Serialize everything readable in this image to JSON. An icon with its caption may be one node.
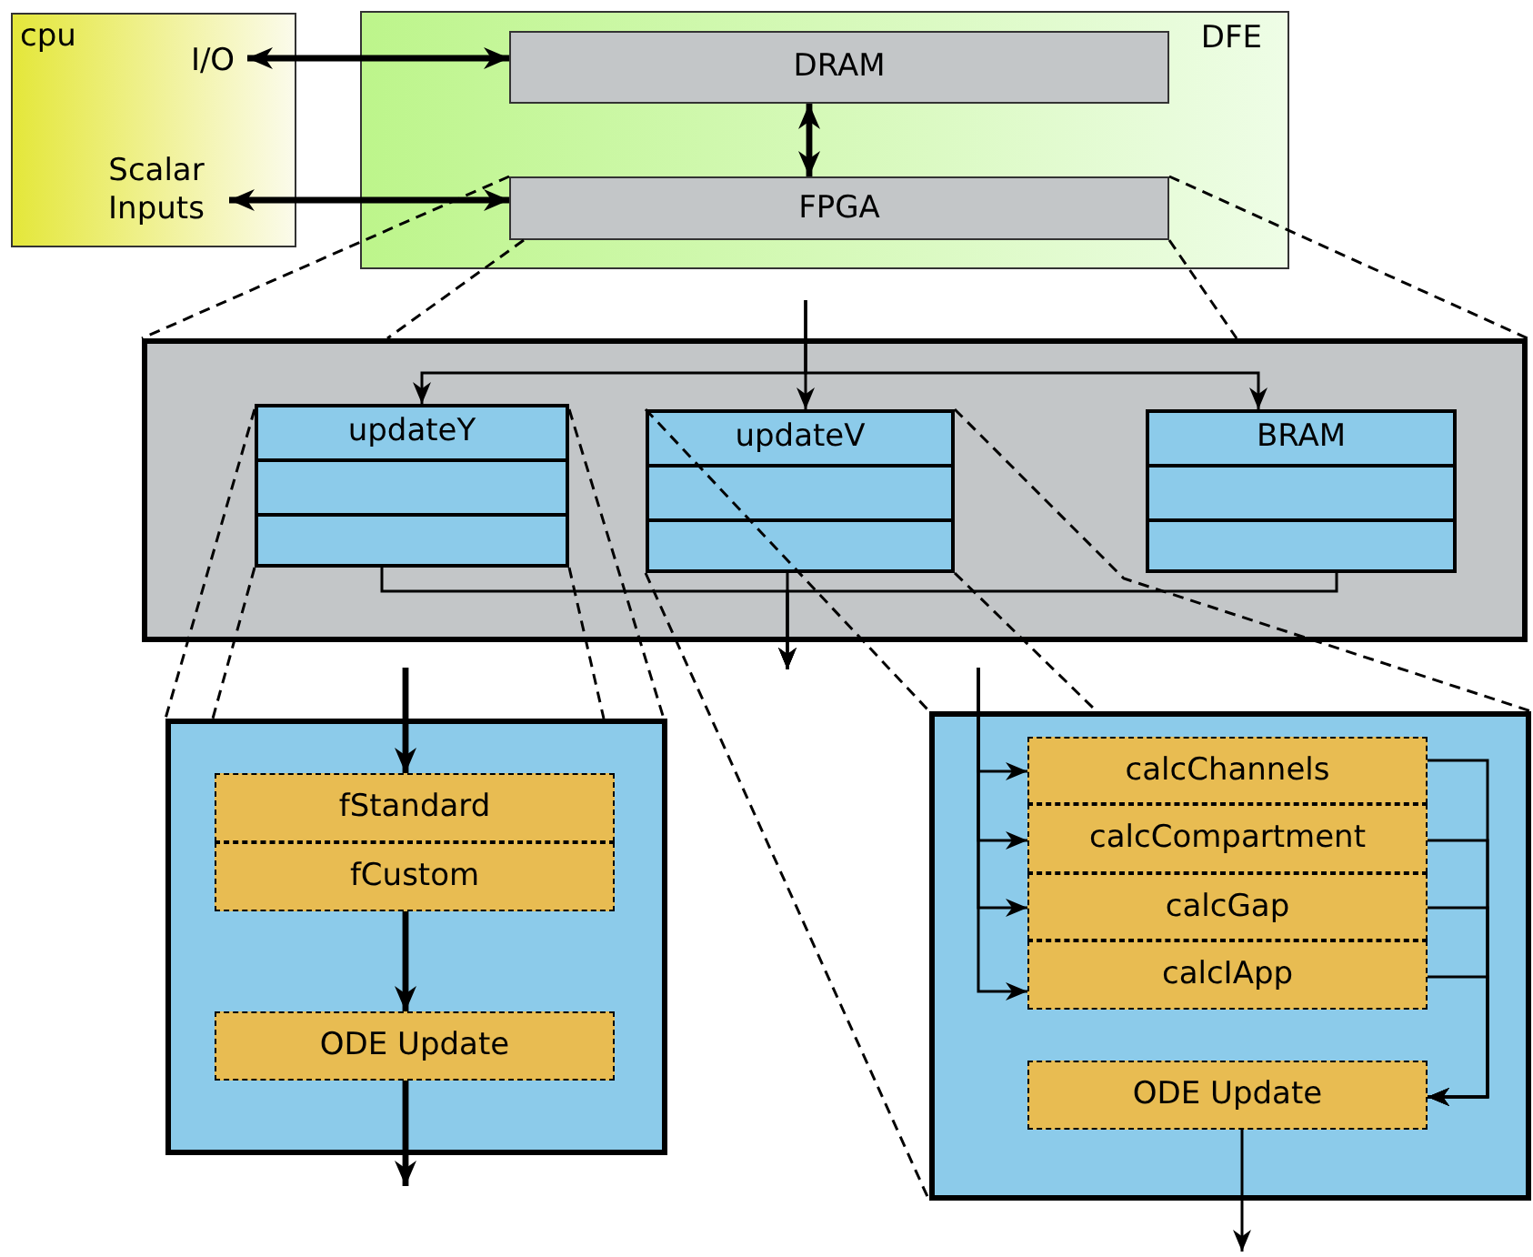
{
  "diagram": {
    "nodes": [
      {
        "text": [
          "cpu"
        ]
      },
      {
        "text": [
          "I/O"
        ],
        "in": 0
      },
      {
        "text": [
          "Scalar Inputs"
        ],
        "in": 0
      },
      {
        "text": [
          "DFE"
        ]
      },
      {
        "text": [
          "DRAM"
        ],
        "in": 3
      },
      {
        "text": [
          "FPGA"
        ],
        "in": 3
      },
      {
        "text": [],
        "shape": "box"
      },
      {
        "text": [
          "updateY"
        ],
        "in": 6
      },
      {
        "text": [
          "updateV"
        ],
        "in": 6
      },
      {
        "text": [
          "BRAM"
        ],
        "in": 6
      },
      {
        "text": [],
        "shape": "box"
      },
      {
        "text": [
          "fStandard"
        ],
        "in": 10
      },
      {
        "text": [
          "fCustom"
        ],
        "in": 10
      },
      {
        "text": [
          "ODE Update"
        ],
        "in": 10
      },
      {
        "text": [],
        "shape": "box"
      },
      {
        "text": [
          "calcChannels"
        ],
        "in": 14
      },
      {
        "text": [
          "calcCompartment"
        ],
        "in": 14
      },
      {
        "text": [
          "calcGap"
        ],
        "in": 14
      },
      {
        "text": [
          "calcIApp"
        ],
        "in": 14
      },
      {
        "text": [
          "ODE Update"
        ],
        "in": 14
      }
    ],
    "edges": [
      {
        "from": 1,
        "to": 4,
        "arrow": "both",
        "style": "thick"
      },
      {
        "from": 2,
        "to": 5,
        "arrow": "both",
        "style": "thick"
      },
      {
        "from": 4,
        "to": 5,
        "arrow": "both",
        "style": "thick"
      },
      {
        "from": null,
        "to": 7,
        "arrow": "to"
      },
      {
        "from": null,
        "to": 8,
        "arrow": "to"
      },
      {
        "from": null,
        "to": 9,
        "arrow": "to"
      },
      {
        "from": 7,
        "to": null,
        "arrow": "to"
      },
      {
        "from": 8,
        "to": null,
        "arrow": "to"
      },
      {
        "from": 9,
        "to": null,
        "arrow": "to"
      },
      {
        "from": null,
        "to": 11,
        "arrow": "to",
        "style": "thick"
      },
      {
        "from": 12,
        "to": 13,
        "arrow": "to",
        "style": "thick"
      },
      {
        "from": 13,
        "to": null,
        "arrow": "to",
        "style": "thick"
      },
      {
        "from": null,
        "to": 15,
        "arrow": "to"
      },
      {
        "from": null,
        "to": 16,
        "arrow": "to"
      },
      {
        "from": null,
        "to": 17,
        "arrow": "to"
      },
      {
        "from": null,
        "to": 18,
        "arrow": "to"
      },
      {
        "from": 15,
        "to": 19,
        "arrow": "to"
      },
      {
        "from": 16,
        "to": 19,
        "arrow": "to"
      },
      {
        "from": 17,
        "to": 19,
        "arrow": "to"
      },
      {
        "from": 18,
        "to": 19,
        "arrow": "to"
      },
      {
        "from": 19,
        "to": null,
        "arrow": "to"
      },
      {
        "from": 5,
        "to": 6,
        "arrow": "none",
        "style": "dashed"
      },
      {
        "from": 5,
        "to": 6,
        "arrow": "none",
        "style": "dashed"
      },
      {
        "from": 5,
        "to": 6,
        "arrow": "none",
        "style": "dashed"
      },
      {
        "from": 5,
        "to": 6,
        "arrow": "none",
        "style": "dashed"
      },
      {
        "from": 7,
        "to": 10,
        "arrow": "none",
        "style": "dashed"
      },
      {
        "from": 7,
        "to": 10,
        "arrow": "none",
        "style": "dashed"
      },
      {
        "from": 7,
        "to": 10,
        "arrow": "none",
        "style": "dashed"
      },
      {
        "from": 7,
        "to": 10,
        "arrow": "none",
        "style": "dashed"
      },
      {
        "from": 8,
        "to": 14,
        "arrow": "none",
        "style": "dashed"
      },
      {
        "from": 8,
        "to": 14,
        "arrow": "none",
        "style": "dashed"
      },
      {
        "from": 8,
        "to": 14,
        "arrow": "none",
        "style": "dashed"
      },
      {
        "from": 8,
        "to": 14,
        "arrow": "none",
        "style": "dashed"
      }
    ]
  }
}
